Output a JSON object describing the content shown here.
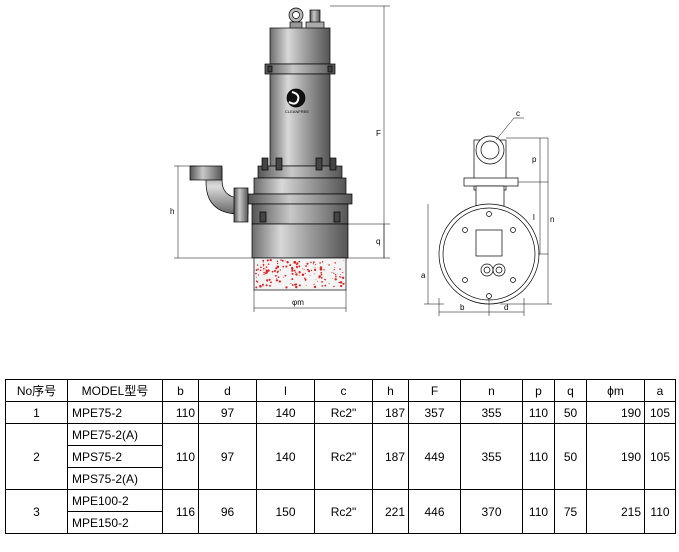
{
  "drawing": {
    "dimension_labels": {
      "F": "F",
      "h": "h",
      "q": "q",
      "phi_m": "φm",
      "c": "c",
      "p": "p",
      "l": "l",
      "n": "n",
      "a": "a",
      "b": "b",
      "d": "d"
    },
    "logo_text": "CLEANFREE"
  },
  "table": {
    "headers": [
      "No序号",
      "MODEL型号",
      "b",
      "d",
      "l",
      "c",
      "h",
      "F",
      "n",
      "p",
      "q",
      "ϕm",
      "a"
    ],
    "groups": [
      {
        "no": "1",
        "models": [
          "MPE75-2"
        ],
        "values": [
          "110",
          "97",
          "140",
          "Rc2\"",
          "187",
          "357",
          "355",
          "110",
          "50",
          "190",
          "105"
        ]
      },
      {
        "no": "2",
        "models": [
          "MPE75-2(A)",
          "MPS75-2",
          "MPS75-2(A)"
        ],
        "values": [
          "110",
          "97",
          "140",
          "Rc2\"",
          "187",
          "449",
          "355",
          "110",
          "50",
          "190",
          "105"
        ]
      },
      {
        "no": "3",
        "models": [
          "MPE100-2",
          "MPE150-2"
        ],
        "values": [
          "116",
          "96",
          "150",
          "Rc2\"",
          "221",
          "446",
          "370",
          "110",
          "75",
          "215",
          "110"
        ]
      }
    ]
  }
}
